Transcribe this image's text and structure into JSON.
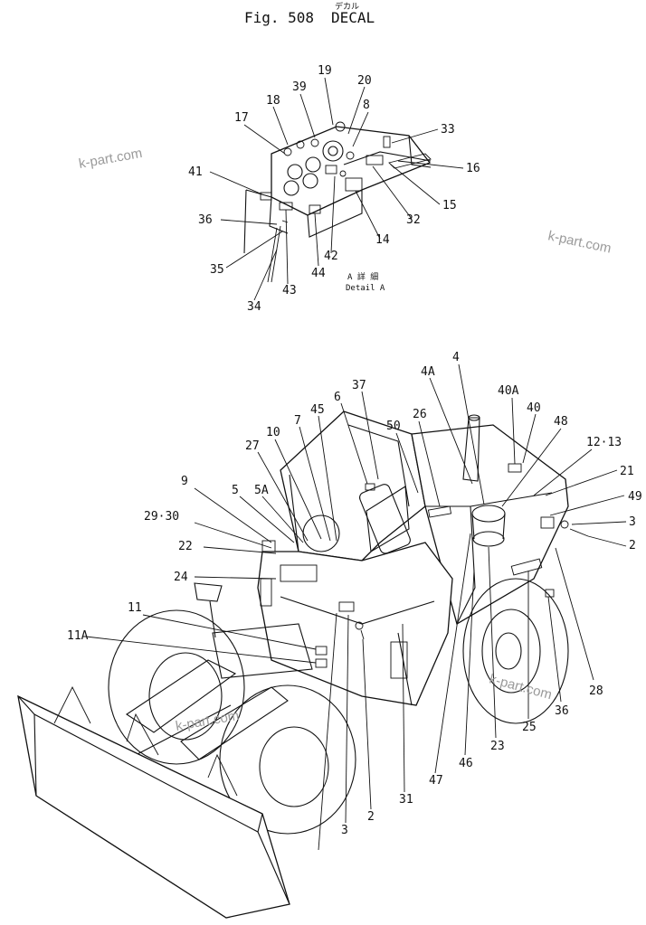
{
  "header": {
    "figure_title": "Fig. 508",
    "decal_label": "DECAL",
    "katakana": "デカル"
  },
  "detail_caption": {
    "line1": "A 詳 細",
    "line2": "Detail A"
  },
  "watermarks": [
    "k-part.com",
    "k-part.com",
    "k-part.com",
    "k-part.com"
  ],
  "callouts": [
    "19",
    "20",
    "39",
    "18",
    "8",
    "17",
    "33",
    "16",
    "41",
    "15",
    "32",
    "36",
    "14",
    "42",
    "35",
    "43",
    "44",
    "34",
    "37",
    "4",
    "4A",
    "40A",
    "40",
    "45",
    "6",
    "26",
    "48",
    "7",
    "12·13",
    "27",
    "10",
    "50",
    "21",
    "49",
    "9",
    "5",
    "5A",
    "3",
    "29·30",
    "2",
    "22",
    "24",
    "11",
    "11A",
    "28",
    "36",
    "25",
    "23",
    "46",
    "47",
    "31",
    "3",
    "2"
  ]
}
